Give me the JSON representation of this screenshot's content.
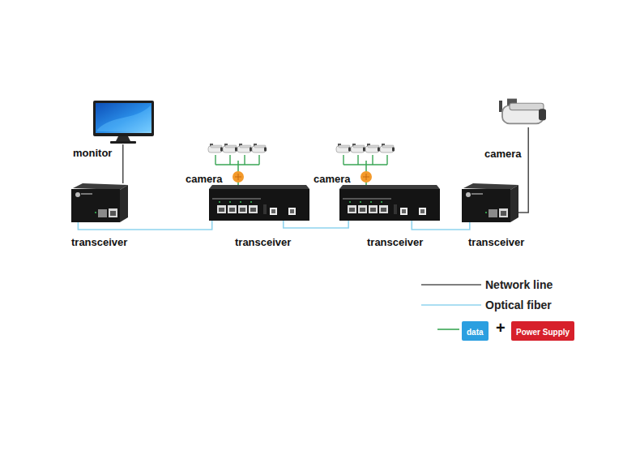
{
  "diagram": {
    "nodes": [
      {
        "text": [
          "monitor"
        ]
      },
      {
        "text": [
          "camera"
        ]
      },
      {
        "text": [
          "camera"
        ]
      },
      {
        "text": [
          "camera"
        ]
      },
      {
        "text": [
          "transceiver"
        ]
      },
      {
        "text": [
          "transceiver"
        ]
      },
      {
        "text": [
          "transceiver"
        ]
      },
      {
        "text": [
          "transceiver"
        ]
      }
    ],
    "edges": [
      {
        "from": 0,
        "to": 4,
        "arrow": "none"
      },
      {
        "from": 1,
        "to": 5,
        "arrow": "none"
      },
      {
        "from": 2,
        "to": 6,
        "arrow": "none"
      },
      {
        "from": 7,
        "to": 3,
        "arrow": "none"
      },
      {
        "from": 4,
        "to": 5,
        "arrow": "none"
      },
      {
        "from": 5,
        "to": 6,
        "arrow": "none"
      },
      {
        "from": 6,
        "to": 7,
        "arrow": "none"
      }
    ],
    "labels": [
      "+"
    ],
    "legend": [
      {
        "text": "Network line"
      },
      {
        "text": "Optical fiber"
      },
      {
        "text": "data",
        "color": "#2b9fe0"
      },
      {
        "text": "Power Supply",
        "color": "#d7202b"
      }
    ]
  }
}
